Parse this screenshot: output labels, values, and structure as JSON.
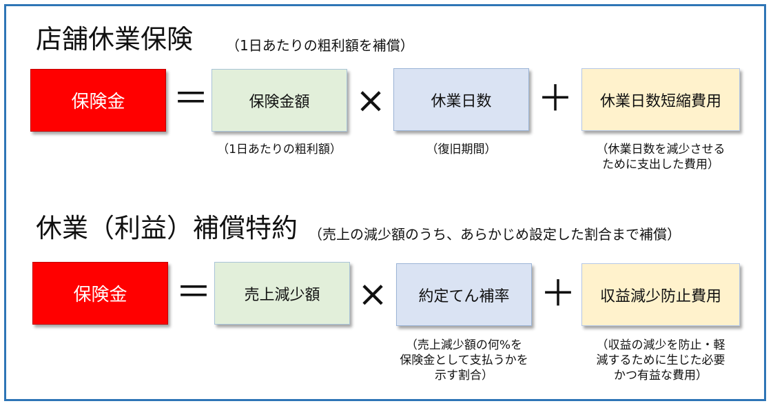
{
  "section1": {
    "title": "店舗休業保険",
    "subtitle": "（1日あたりの粗利額を補償）",
    "result": "保険金",
    "equals": "＝",
    "times": "×",
    "plus": "＋",
    "term1": "保険金額",
    "term2": "休業日数",
    "term3": "休業日数短縮費用",
    "note1": "（1日あたりの粗利額）",
    "note2": "（復旧期間）",
    "note3_lines": [
      "（休業日数を減少させる",
      "ために支出した費用）"
    ]
  },
  "section2": {
    "title": "休業（利益）補償特約",
    "subtitle": "（売上の減少額のうち、あらかじめ設定した割合まで補償）",
    "result": "保険金",
    "equals": "＝",
    "times": "×",
    "plus": "＋",
    "term1": "売上減少額",
    "term2": "約定てん補率",
    "term3": "収益減少防止費用",
    "note2_lines": [
      "（売上減少額の何%を",
      "保険金として支払うかを",
      "示す割合）"
    ],
    "note3_lines": [
      "（収益の減少を防止・軽",
      "減するために生じた必要",
      "かつ有益な費用）"
    ]
  },
  "colors": {
    "border": "#2e75b6",
    "result_box": "#ff0000",
    "term1_box": "#e2efda",
    "term2_box": "#dae3f3",
    "term3_box": "#fff2cc"
  }
}
